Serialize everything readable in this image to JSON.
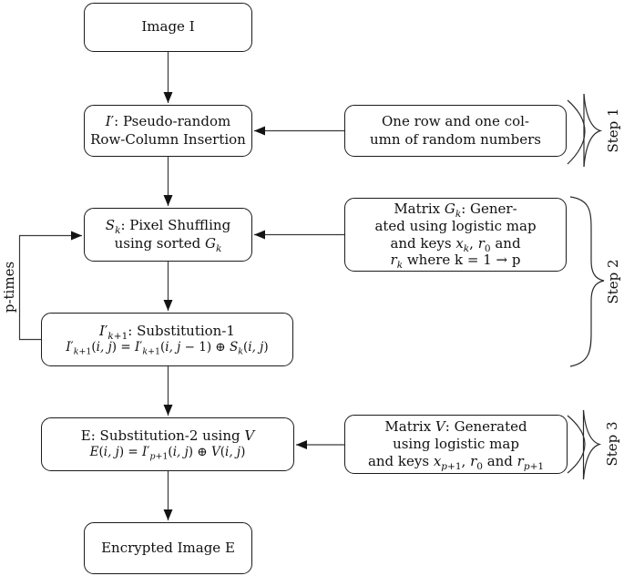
{
  "diagram": {
    "title_hint": "Image encryption algorithm flowchart",
    "colors": {
      "background": "#ffffff",
      "box_border": "#1b1b1b",
      "connector": "#3a3a3a",
      "text": "#111111"
    },
    "nodes": {
      "image_i": {
        "line1": "Image I"
      },
      "insertion": {
        "line1": "<i>I</i>′: Pseudo-random",
        "line2": "Row-Column Insertion"
      },
      "shuffle": {
        "line1": "<i>S<sub>k</sub></i>: Pixel Shuffling",
        "line2": "using sorted <i>G<sub>k</sub></i>"
      },
      "substitution1": {
        "line1": "<i>I</i>′<sub><i>k</i>+1</sub>: Substitution-1",
        "line2": "<i>I</i>′<sub><i>k</i>+1</sub>(<i>i, j</i>) = <i>I</i>′<sub><i>k</i>+1</sub>(<i>i, j</i> − 1) ⊕ <i>S<sub>k</sub></i>(<i>i, j</i>)"
      },
      "substitution2": {
        "line1": "E: Substitution-2 using <i>V</i>",
        "line2": "<i>E</i>(<i>i, j</i>) = <i>I</i>′<sub><i>p</i>+1</sub>(<i>i, j</i>) ⊕ <i>V</i>(<i>i, j</i>)"
      },
      "encrypted": {
        "line1": "Encrypted Image E"
      },
      "random_numbers": {
        "line1": "One row and one col-",
        "line2": "umn of random numbers"
      },
      "matrix_gk": {
        "line1": "Matrix <i>G<sub>k</sub></i>: Gener-",
        "line2": "ated using logistic map",
        "line3": "and keys <i>x<sub>k</sub></i>, <i>r</i><sub>0</sub> and",
        "line4": "<i>r<sub>k</sub></i> where k = 1 → p"
      },
      "matrix_v": {
        "line1": "Matrix <i>V</i>: Generated",
        "line2": "using logistic map",
        "line3": "and keys <i>x</i><sub><i>p</i>+1</sub>, <i>r</i><sub>0</sub> and <i>r</i><sub><i>p</i>+1</sub>"
      }
    },
    "labels": {
      "loop": "p-times",
      "step1": "Step 1",
      "step2": "Step 2",
      "step3": "Step 3"
    }
  }
}
